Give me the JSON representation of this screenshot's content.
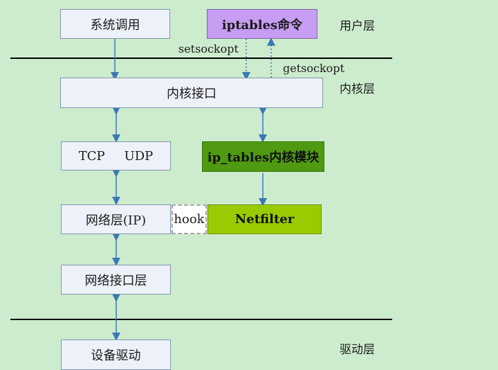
{
  "layers": {
    "user": "用户层",
    "kernel": "内核层",
    "driver": "驱动层"
  },
  "boxes": {
    "syscall": "系统调用",
    "iptables_cmd": "iptables命令",
    "kernel_interface": "内核接口",
    "tcp": "TCP",
    "udp": "UDP",
    "ip_tables_module": "ip_tables内核模块",
    "network_layer": "网络层(IP)",
    "hook": "hook",
    "netfilter": "Netfilter",
    "net_interface_layer": "网络接口层",
    "device_driver": "设备驱动"
  },
  "calls": {
    "setsockopt": "setsockopt",
    "getsockopt": "getsockopt"
  },
  "colors": {
    "background": "#cdeccd",
    "box_fill": "#edf1f9",
    "iptables_fill": "#c79cf3",
    "module_fill": "#4f9a10",
    "netfilter_fill": "#99cc00",
    "arrow": "#3b78b5"
  }
}
